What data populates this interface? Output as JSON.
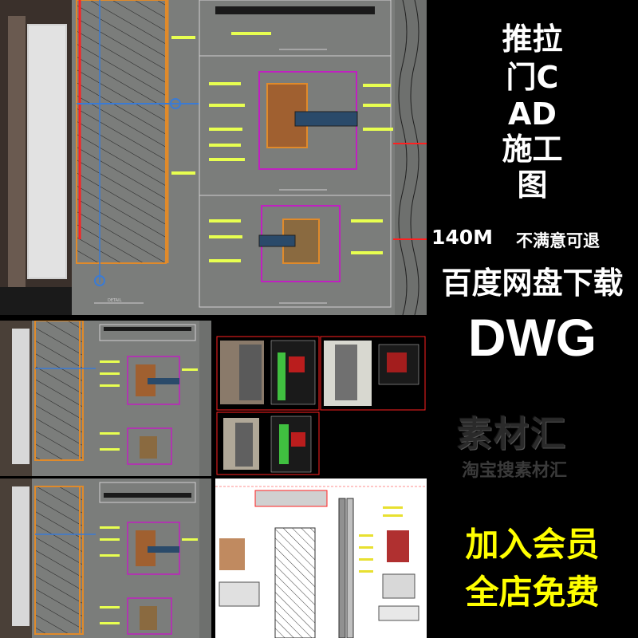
{
  "title_lines": [
    "推拉",
    "门C",
    "AD",
    "施工",
    "图"
  ],
  "file_size": "140M",
  "refund_note": "不满意可退",
  "download_source": "百度网盘下载",
  "file_format": "DWG",
  "watermark": {
    "mark": "素材汇",
    "sub": "淘宝搜素材汇"
  },
  "promo": {
    "line1": "加入会员",
    "line2": "全店免费"
  },
  "detail_tag": "DETAIL",
  "colors": {
    "cad_gray_bg": "#7b7d7b",
    "cad_dark_bg": "#000000",
    "cad_white_bg": "#ffffff",
    "dimension_red": "#ff2020",
    "frame_orange": "#e08a2a",
    "callout_yellow": "#e8ff50",
    "leader_blue": "#3a7bd5",
    "detail_magenta": "#c020c0",
    "promo_yellow": "#ffff00"
  }
}
